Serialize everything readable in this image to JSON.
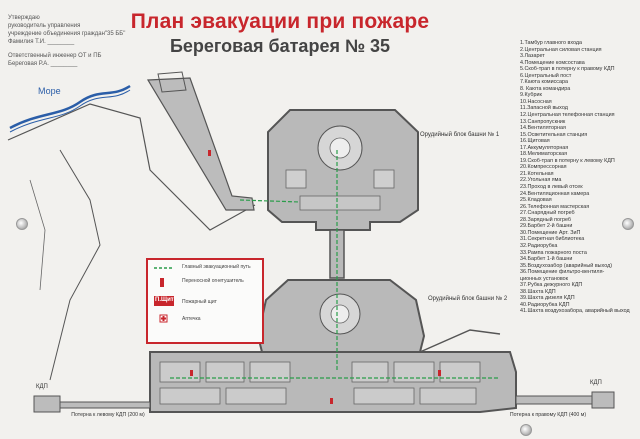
{
  "plan": {
    "title": "План эвакуации при пожаре",
    "subtitle": "Береговая батарея № 35"
  },
  "header_lines": [
    "Утверждаю",
    "руководитель управления",
    "учреждение объединения граждан\"35 ББ\"",
    "Фамилия Т.И. ________",
    "",
    "Ответственный инженер ОТ и ПБ",
    "Береговая Р.А. ________"
  ],
  "map_labels": {
    "sea": "Море",
    "block1": "Орудийный блок башни № 1",
    "block2": "Орудийный блок башни № 2",
    "kdp_left": "КДП",
    "kdp_right": "КДП",
    "tunnel_left": "Потерна к левому КДП (200 м)",
    "tunnel_right": "Потерна к правому КДП (400 м)"
  },
  "key_legend": {
    "route": "Главный эвакуационный путь",
    "extinguisher": "Переносной огнетушитель",
    "shield_symbol": "П.Щит",
    "shield": "Пожарный щит",
    "first_aid": "Аптечка"
  },
  "rooms_legend": [
    "1.Тамбур главного входа",
    "2.Центральная силовая станция",
    "3.Лазарет",
    "4.Помещение комсостава",
    "5.Скоб-трап в потерну к правому КДП",
    "6.Центральный пост",
    "7.Каюта комиссара",
    "8. Каюта командира",
    "9.Кубрик",
    "10.Насосная",
    "11.Запасной выход",
    "12.Центральная телефонная станция",
    "13.Санпропускник",
    "14.Вентиляторная",
    "15.Осветительная станция",
    "16.Щитовая",
    "17.Аккумуляторная",
    "18.Мелиматорская",
    "19.Скоб-трап в потерну к левому КДП",
    "20.Компрессорная",
    "21.Котельная",
    "22.Угольная яма",
    "23.Проход в левый отсек",
    "24.Вентиляционная камера",
    "25.Кладовая",
    "26.Телефонная мастерская",
    "27.Снарядный погреб",
    "28.Зарядный погреб",
    "29.Барбет 2-й башни",
    "30.Помещение Арт. ЗиП",
    "31.Секретная библиотека",
    "32.Радиорубка",
    "33.Рампа пожарного поста",
    "34.Барбет 1-й башни",
    "35.Воздухозабор (аварийный выход)",
    "36.Помещение фильтро-вентиля-",
    "     ционных установок",
    "37.Рубка дежурного КДП",
    "38.Шахта КДП",
    "39.Шахта дизеля КДП",
    "40.Радиорубка КДП",
    "41.Шахта воздухозабора, аварийный выход"
  ],
  "colors": {
    "title_red": "#c8262c",
    "wall": "#5a5a5a",
    "room_fill": "#b9b9b9",
    "route_green": "#2a9d4a",
    "sea_blue": "#2b5ea8"
  }
}
